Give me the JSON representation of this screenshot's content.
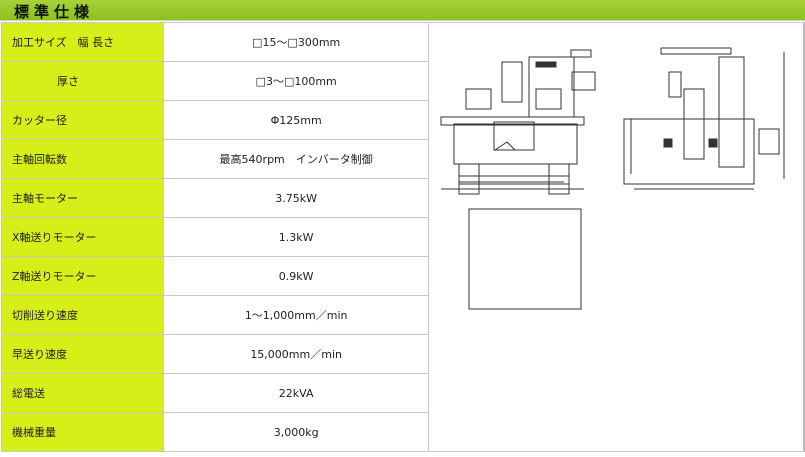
{
  "header": {
    "title": "標準仕様"
  },
  "specs": [
    {
      "label": "加工サイズ　幅 長さ",
      "value": "□15～□300mm"
    },
    {
      "label": "厚さ",
      "value": "□3～□100mm"
    },
    {
      "label": "カッター径",
      "value": "Φ125mm"
    },
    {
      "label": "主軸回転数",
      "value": "最高540rpm　インバータ制御"
    },
    {
      "label": "主軸モーター",
      "value": "3.75kW"
    },
    {
      "label": "X軸送りモーター",
      "value": "1.3kW"
    },
    {
      "label": "Z軸送りモーター",
      "value": "0.9kW"
    },
    {
      "label": "切削送り速度",
      "value": "1～1,000mm／min"
    },
    {
      "label": "早送り速度",
      "value": "15,000mm／min"
    },
    {
      "label": "総電送",
      "value": "22kVA"
    },
    {
      "label": "機械重量",
      "value": "3,000kg"
    }
  ]
}
